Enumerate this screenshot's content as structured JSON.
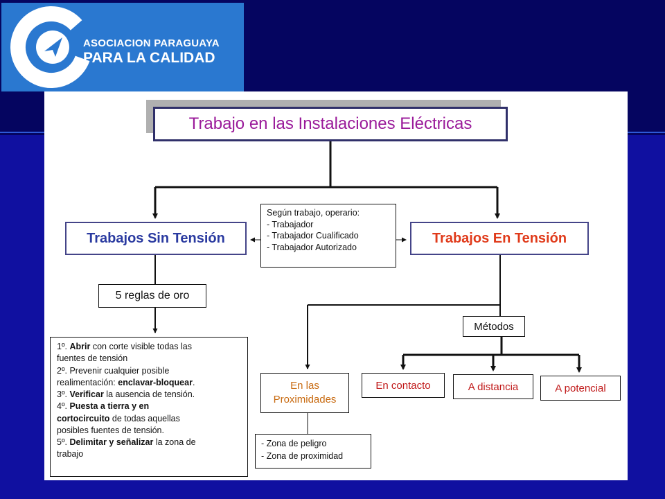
{
  "logo": {
    "line1": "ASOCIACION PARAGUAYA",
    "line2": "PARA LA CALIDAD",
    "colors": {
      "background": "#2a78d0",
      "mark": "#ffffff"
    }
  },
  "diagram": {
    "title": "Trabajo en las Instalaciones Eléctricas",
    "sin_tension": "Trabajos Sin Tensión",
    "en_tension": "Trabajos En Tensión",
    "operario": {
      "heading": "Según trabajo, operario:",
      "items": [
        "- Trabajador",
        "- Trabajador Cualificado",
        "- Trabajador Autorizado"
      ]
    },
    "reglas": "5 reglas de oro",
    "rules": [
      {
        "prefix": "1º. ",
        "bold": "Abrir",
        "rest": " con corte visible todas las"
      },
      {
        "prefix": "",
        "bold": "",
        "rest": "fuentes de tensión"
      },
      {
        "prefix": "2º. ",
        "bold": "",
        "rest": "Prevenir cualquier posible"
      },
      {
        "prefix": "realimentación: ",
        "bold": "enclavar-bloquear",
        "rest": "."
      },
      {
        "prefix": "3º. ",
        "bold": "Verificar",
        "rest": " la ausencia de tensión."
      },
      {
        "prefix": "4º. ",
        "bold": "Puesta a tierra y en",
        "rest": ""
      },
      {
        "prefix": "",
        "bold": "cortocircuito",
        "rest": " de todas aquellas"
      },
      {
        "prefix": "",
        "bold": "",
        "rest": "posibles fuentes de tensión."
      },
      {
        "prefix": "5º. ",
        "bold": "Delimitar y señalizar",
        "rest": " la zona de"
      },
      {
        "prefix": "",
        "bold": "",
        "rest": "trabajo"
      }
    ],
    "metodos": "Métodos",
    "proximidades": [
      "En las",
      "Proximidades"
    ],
    "contacto": "En contacto",
    "distancia": "A distancia",
    "potencial": "A potencial",
    "zonas": [
      "- Zona de peligro",
      "- Zona de proximidad"
    ]
  },
  "colors": {
    "title_text": "#9a1a9a",
    "sin_text": "#2a3aa0",
    "en_text": "#e03a1a",
    "method_text": "#c01818",
    "prox_text": "#c86a10"
  }
}
